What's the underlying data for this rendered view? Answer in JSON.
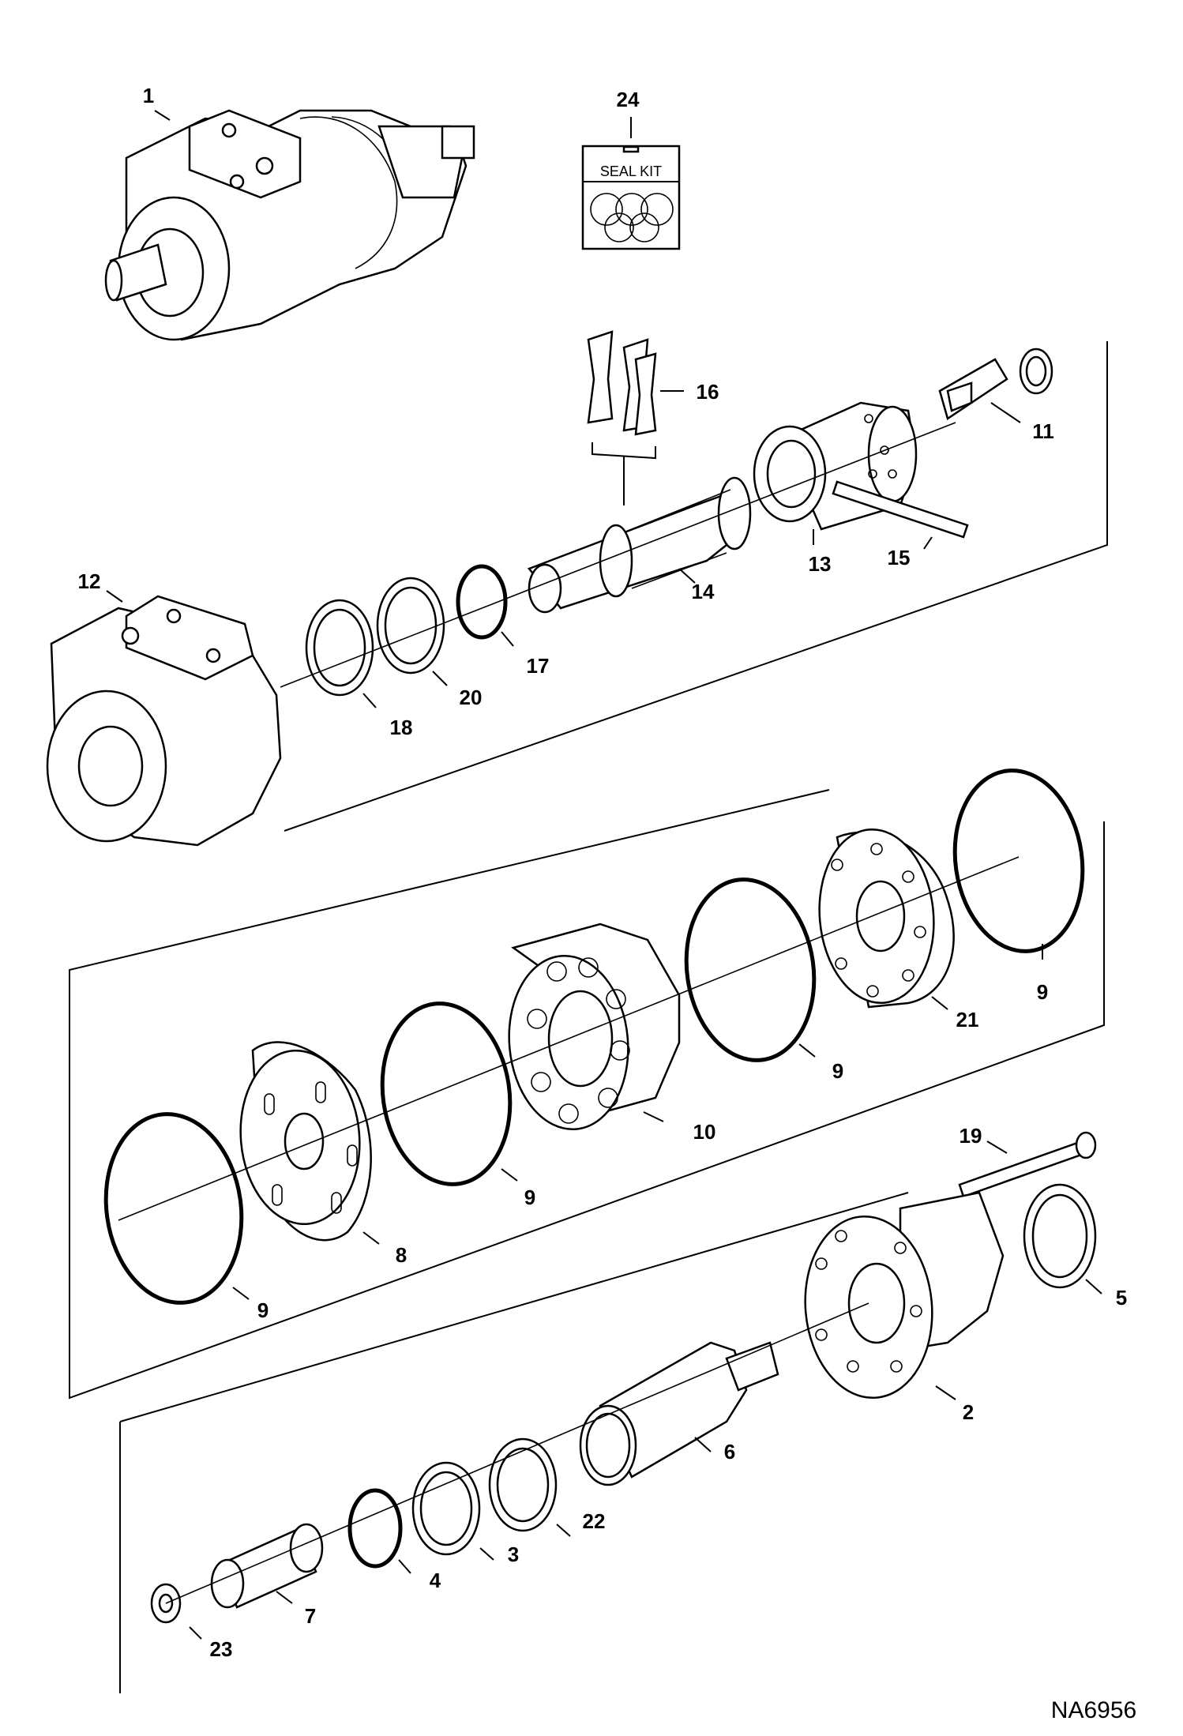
{
  "drawing_id": "NA6956",
  "seal_kit_label": "SEAL KIT",
  "callouts": {
    "c1": "1",
    "c2": "2",
    "c3": "3",
    "c4": "4",
    "c5": "5",
    "c6": "6",
    "c7": "7",
    "c8": "8",
    "c9a": "9",
    "c9b": "9",
    "c9c": "9",
    "c9d": "9",
    "c10": "10",
    "c11": "11",
    "c12": "12",
    "c13": "13",
    "c14": "14",
    "c15": "15",
    "c16": "16",
    "c17": "17",
    "c18": "18",
    "c19": "19",
    "c20": "20",
    "c21": "21",
    "c22": "22",
    "c23": "23",
    "c24": "24"
  }
}
